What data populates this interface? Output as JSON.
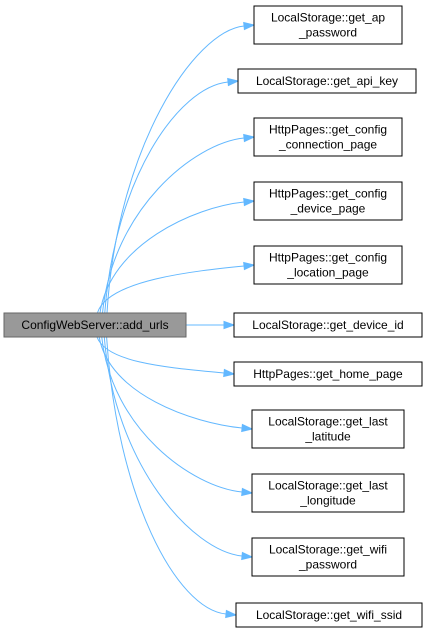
{
  "source": {
    "label": "ConfigWebServer::add_urls"
  },
  "targets": [
    {
      "lines": [
        "LocalStorage::get_ap",
        "_password"
      ]
    },
    {
      "lines": [
        "LocalStorage::get_api_key"
      ]
    },
    {
      "lines": [
        "HttpPages::get_config",
        "_connection_page"
      ]
    },
    {
      "lines": [
        "HttpPages::get_config",
        "_device_page"
      ]
    },
    {
      "lines": [
        "HttpPages::get_config",
        "_location_page"
      ]
    },
    {
      "lines": [
        "LocalStorage::get_device_id"
      ]
    },
    {
      "lines": [
        "HttpPages::get_home_page"
      ]
    },
    {
      "lines": [
        "LocalStorage::get_last",
        "_latitude"
      ]
    },
    {
      "lines": [
        "LocalStorage::get_last",
        "_longitude"
      ]
    },
    {
      "lines": [
        "LocalStorage::get_wifi",
        "_password"
      ]
    },
    {
      "lines": [
        "LocalStorage::get_wifi_ssid"
      ]
    }
  ],
  "colors": {
    "edge": "#63b8ff",
    "source_fill": "#999999",
    "node_border": "#000000"
  }
}
